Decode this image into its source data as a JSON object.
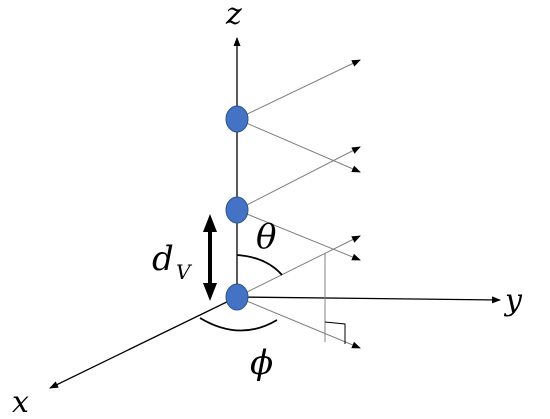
{
  "axes": {
    "x": "x",
    "y": "y",
    "z": "z"
  },
  "labels": {
    "theta": "θ",
    "phi": "ϕ",
    "spacing_main": "d",
    "spacing_sub": "V"
  },
  "elements": {
    "count": 3,
    "color": "#4472C4",
    "outline": "#2F528F"
  },
  "line_color": "#7F7F7F",
  "axis_color": "#000000"
}
